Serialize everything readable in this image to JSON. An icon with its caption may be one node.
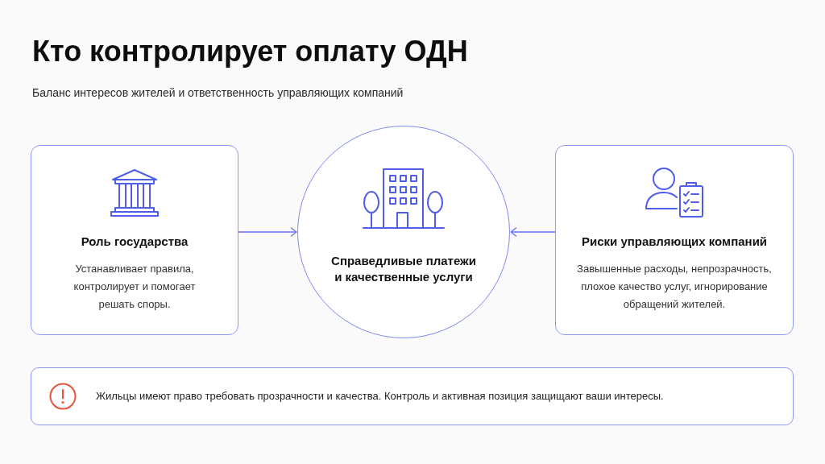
{
  "diagram": {
    "title": "Кто контролирует оплату ОДН",
    "nodes": [
      {
        "text": [
          "Роль государства",
          "Устанавливает правила, контролирует и помогает решать споры."
        ]
      },
      {
        "text": [
          "Справедливые платежи и качественные услуги"
        ]
      },
      {
        "text": [
          "Риски управляющих компаний",
          "Завышенные расходы, непрозрачность, плохое качество услуг, игнорирование обращений жителей."
        ]
      },
      {
        "text": [
          "Жильцы имеют право требовать прозрачности и качества. Контроль и активная позиция защищают ваши интересы."
        ]
      }
    ],
    "edges": [
      {
        "from": 0,
        "to": 1,
        "arrow": "to"
      },
      {
        "from": 2,
        "to": 1,
        "arrow": "to"
      }
    ],
    "labels": [
      "Баланс интересов жителей и ответственность управляющих компаний"
    ]
  }
}
